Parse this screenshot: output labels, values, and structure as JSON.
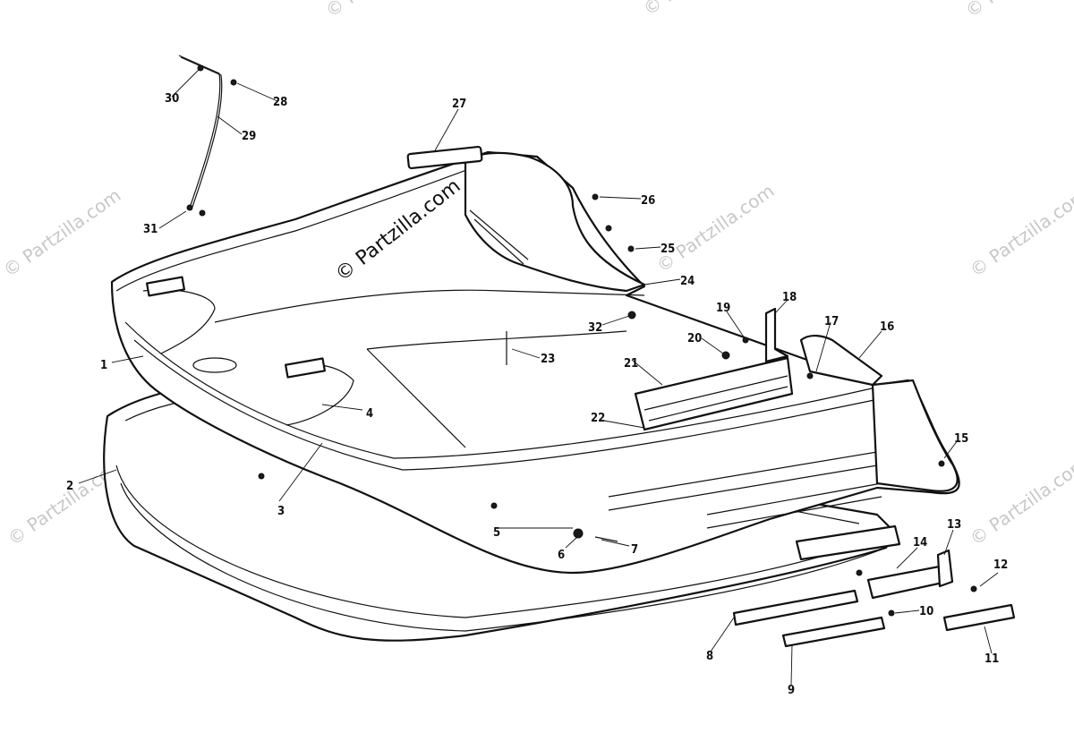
{
  "watermark": {
    "main": "© Partzilla.com",
    "tile": "© Partzilla.com"
  },
  "callouts": [
    {
      "id": "1",
      "label": "1"
    },
    {
      "id": "2",
      "label": "2"
    },
    {
      "id": "3",
      "label": "3"
    },
    {
      "id": "4",
      "label": "4"
    },
    {
      "id": "5",
      "label": "5"
    },
    {
      "id": "6",
      "label": "6"
    },
    {
      "id": "7",
      "label": "7"
    },
    {
      "id": "8",
      "label": "8"
    },
    {
      "id": "9",
      "label": "9"
    },
    {
      "id": "10",
      "label": "10"
    },
    {
      "id": "11",
      "label": "11"
    },
    {
      "id": "12",
      "label": "12"
    },
    {
      "id": "13",
      "label": "13"
    },
    {
      "id": "14",
      "label": "14"
    },
    {
      "id": "15",
      "label": "15"
    },
    {
      "id": "16",
      "label": "16"
    },
    {
      "id": "17",
      "label": "17"
    },
    {
      "id": "18",
      "label": "18"
    },
    {
      "id": "19",
      "label": "19"
    },
    {
      "id": "20",
      "label": "20"
    },
    {
      "id": "21",
      "label": "21"
    },
    {
      "id": "22",
      "label": "22"
    },
    {
      "id": "23",
      "label": "23"
    },
    {
      "id": "24",
      "label": "24"
    },
    {
      "id": "25",
      "label": "25"
    },
    {
      "id": "26",
      "label": "26"
    },
    {
      "id": "27",
      "label": "27"
    },
    {
      "id": "28",
      "label": "28"
    },
    {
      "id": "29",
      "label": "29"
    },
    {
      "id": "30",
      "label": "30"
    },
    {
      "id": "31",
      "label": "31"
    },
    {
      "id": "32",
      "label": "32"
    }
  ]
}
